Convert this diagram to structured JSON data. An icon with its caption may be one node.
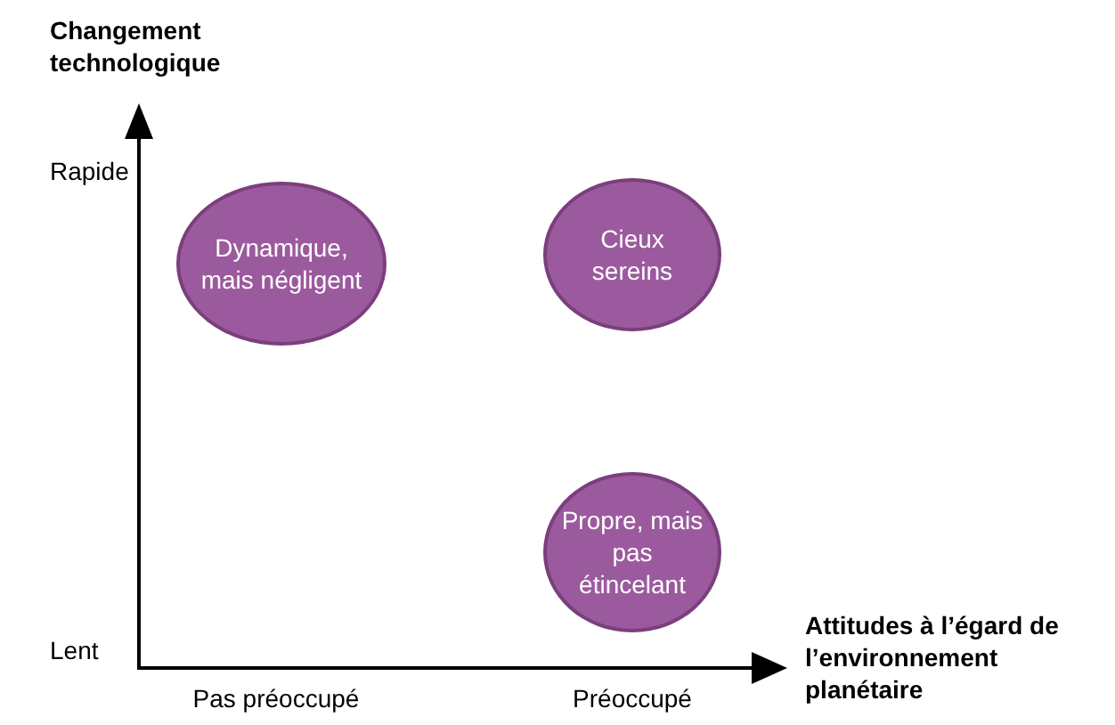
{
  "diagram": {
    "nodes": [
      {
        "text": [
          "Dynamique, mais négligent"
        ]
      },
      {
        "text": [
          "Cieux sereins"
        ]
      },
      {
        "text": [
          "Propre, mais pas étincelant"
        ]
      }
    ],
    "labels": [
      "Changement technologique",
      "Rapide",
      "Lent",
      "Pas préoccupé",
      "Préoccupé",
      "Attitudes à l’égard de l’environnement planétaire"
    ]
  }
}
